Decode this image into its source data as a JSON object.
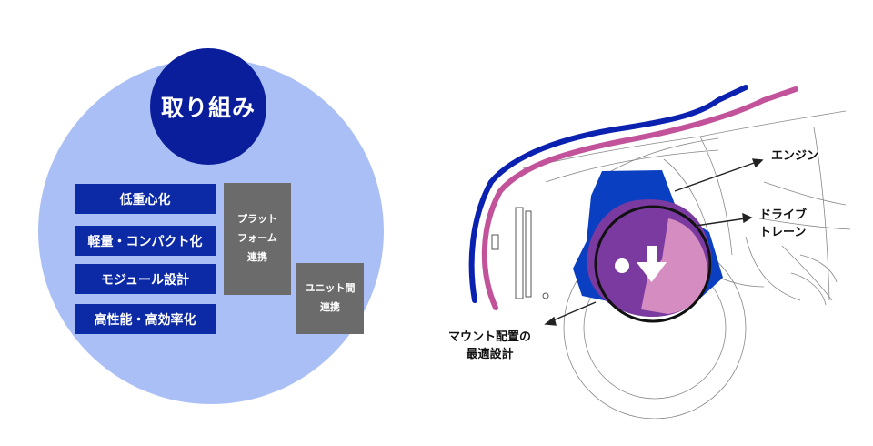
{
  "left_panel": {
    "badge_title": "取り組み",
    "items": [
      "低重心化",
      "軽量・コンパクト化",
      "モジュール設計",
      "高性能・高効率化"
    ],
    "platform_box": {
      "line1": "プラット",
      "line2": "フォーム",
      "line3": "連携"
    },
    "unit_box": {
      "line1": "ユニット間",
      "line2": "連携"
    }
  },
  "right_diagram": {
    "labels": {
      "engine": "エンジン",
      "drivetrain": {
        "line1": "ドライブ",
        "line2": "トレーン"
      },
      "mount": {
        "line1": "マウント配置の",
        "line2": "最適設計"
      }
    }
  },
  "colors": {
    "circle_light_blue": "#aabff5",
    "badge_navy": "#0a1e9c",
    "item_blue": "#0d2aa6",
    "gray_box": "#6b6b6b",
    "line_blue": "#0b22b0",
    "line_magenta": "#c2539a",
    "engine_blue": "#0a3fc2",
    "drivetrain_purple": "#7a3aa0",
    "drivetrain_pink": "#d58cc0"
  },
  "icons": [
    "down-arrow-icon",
    "dot-icon",
    "callout-arrow-icon"
  ]
}
